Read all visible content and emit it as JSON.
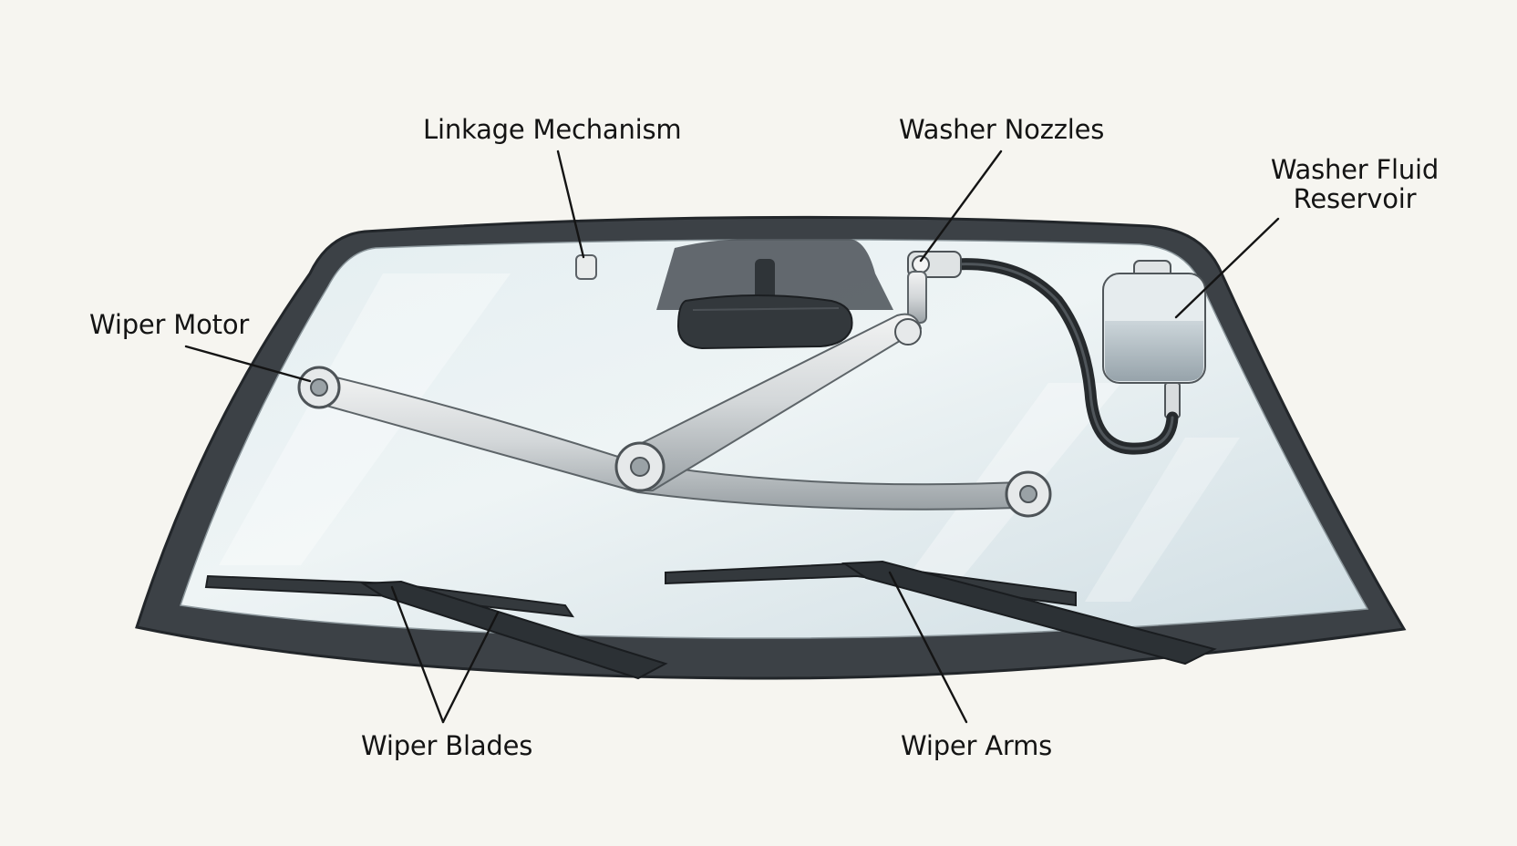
{
  "labels": {
    "linkage_mechanism": "Linkage Mechanism",
    "washer_nozzles": "Washer Nozzles",
    "washer_fluid_reservoir_line1": "Washer Fluid",
    "washer_fluid_reservoir_line2": "Reservoir",
    "wiper_motor": "Wiper Motor",
    "wiper_blades": "Wiper Blades",
    "wiper_arms": "Wiper Arms"
  },
  "colors": {
    "paper": "#f6f5f0",
    "frame_dark": "#3c4146",
    "glass_tint": "#dde8ec",
    "metal": "#d9dcdd",
    "ink": "#141414"
  }
}
